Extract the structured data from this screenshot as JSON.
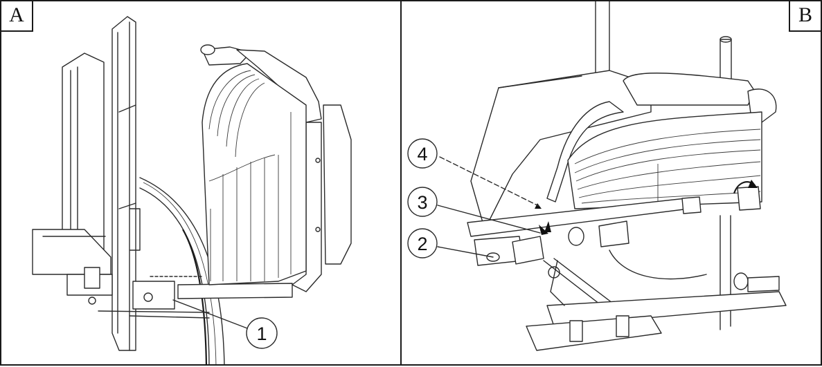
{
  "panels": [
    {
      "label": "A",
      "callouts": [
        "1"
      ]
    },
    {
      "label": "B",
      "callouts": [
        "4",
        "3",
        "2"
      ]
    }
  ],
  "colors": {
    "line": "#1a1a1a",
    "background": "#ffffff"
  }
}
